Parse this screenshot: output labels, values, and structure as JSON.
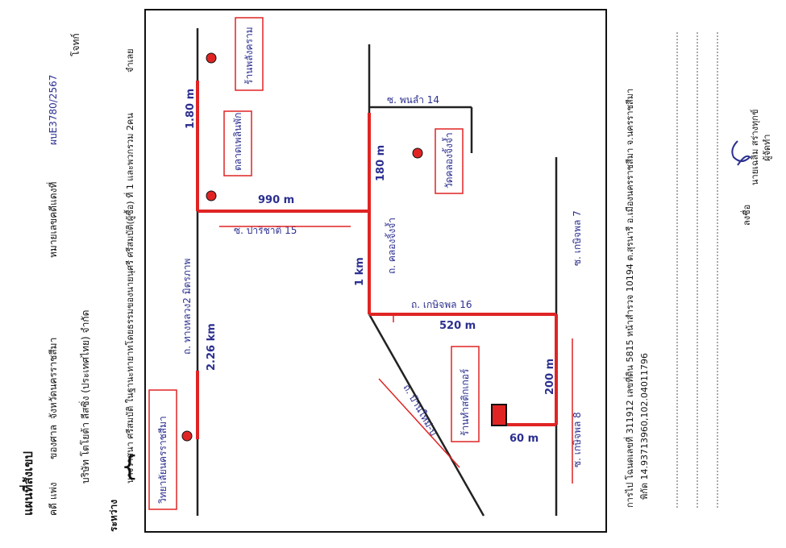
{
  "colors": {
    "ink": "#1a1a1a",
    "pen": "#2b2f8f",
    "red": "#e02424",
    "box": "#e02424"
  },
  "header": {
    "title": "แผนที่สังเขป",
    "case_prefix": "คดี",
    "court": "แพ่ง",
    "court_label": "ของศาล",
    "province": "จังหวัดนครราชสีมา",
    "case_no_label": "หมายเลขคดีแดงที่",
    "case_no": "ผบE3780/2567",
    "plaintiff_label": "โจทก์",
    "plaintiff": "บริษัท โตโยต้า ลีสซิ่ง (ประเทศไทย) จำกัด",
    "between_label": "ระหว่าง",
    "defendant_label": "จำเลย",
    "defendant": "นางวาสนา ศรีสมบัติ ในฐานะทายาทโดยธรรมของนายนุศรี ศรีสมบัติ(ผู้ซื้อ) ที่ 1 และพวกรวม 2คน"
  },
  "map": {
    "roads": {
      "highway": "ถ. ทางหลวง2 มิตรภาพ",
      "soi_pracha": "ซ. ปาริชาติ 15",
      "klong_road": "ถ. คลองจิ้งจ้ำ",
      "soi_phonla": "ซ. พนลำ 14",
      "kaset16": "ถ. เกษิจพล 16",
      "kaset8": "ซ. เกษิจพล 8",
      "kaset7": "ซ. เกษิจพล 7",
      "diag": "ถ. บ้านใหม่-บ"
    },
    "distances": {
      "d1": "1.80 m",
      "d2": "990 m",
      "d3": "180 m",
      "d4": "1 km",
      "d5": "2.26 km",
      "d6": "520 m",
      "d7": "200 m",
      "d8": "60 m"
    },
    "places": {
      "p1": "ร้านพลังคราม",
      "p2": "ตลาดเพลินพัก",
      "p3": "วัดคลองจิ้งจ้ำ",
      "p4": "วิทยาลัยนครราชสีมา",
      "p5": "ร้านทำสติกเกอร์"
    }
  },
  "footer": {
    "line1": "การไป โฉนดเลขที่ 311912 เลขที่ดิน 5815 หน้าสำรวจ 10194 ต.สุรนารี อ.เมืองนครราชสีมา จ.นครราชสีมา",
    "line2": "พิกัด 14.93713960,102.04011796",
    "sign_label": "ลงชื่อ",
    "signer": "นายเฉลิม สร่างทุกข์",
    "role": "ผู้จัดทำ"
  }
}
